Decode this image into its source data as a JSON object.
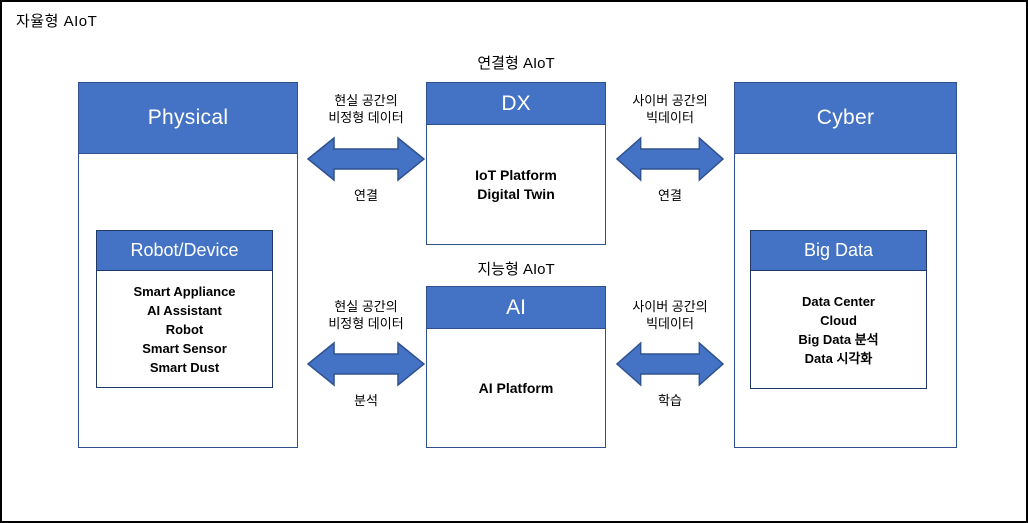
{
  "title": "자율형 AIoT",
  "colors": {
    "box_blue": "#4472C4",
    "border_navy": "#2F528F",
    "border_dark": "#1F3864"
  },
  "physical": {
    "header": "Physical",
    "device_box": {
      "header": "Robot/Device",
      "items": [
        "Smart Appliance",
        "AI Assistant",
        "Robot",
        "Smart Sensor",
        "Smart Dust"
      ]
    }
  },
  "connected": {
    "section_label": "연결형 AIoT",
    "header": "DX",
    "lines": [
      "IoT Platform",
      "Digital Twin"
    ]
  },
  "intelligent": {
    "section_label": "지능형 AIoT",
    "header": "AI",
    "lines": [
      "AI Platform"
    ]
  },
  "cyber": {
    "header": "Cyber",
    "bigdata_box": {
      "header": "Big Data",
      "items": [
        "Data Center",
        "Cloud",
        "Big Data 분석",
        "Data 시각화"
      ]
    }
  },
  "arrows": {
    "top_left": {
      "label_line1": "현실 공간의",
      "label_line2": "비정형 데이터",
      "label_bottom": "연결"
    },
    "top_right": {
      "label_line1": "사이버 공간의",
      "label_line2": "빅데이터",
      "label_bottom": "연결"
    },
    "bottom_left": {
      "label_line1": "현실 공간의",
      "label_line2": "비정형 데이터",
      "label_bottom": "분석"
    },
    "bottom_right": {
      "label_line1": "사이버 공간의",
      "label_line2": "빅데이터",
      "label_bottom": "학습"
    }
  }
}
